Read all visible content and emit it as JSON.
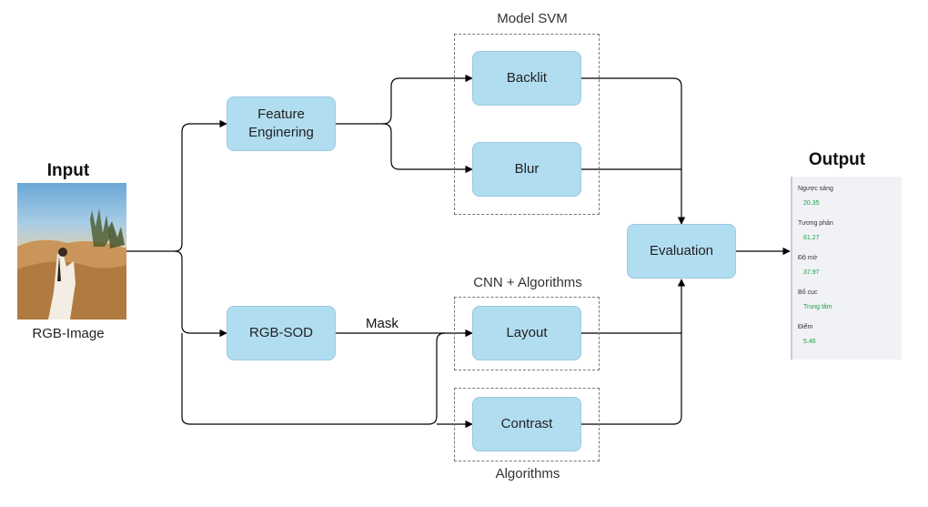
{
  "input": {
    "heading": "Input",
    "caption": "RGB-Image"
  },
  "output": {
    "heading": "Output",
    "metrics": [
      {
        "label": "Ngược sáng",
        "value": "20.35"
      },
      {
        "label": "Tương phản",
        "value": "61.27"
      },
      {
        "label": "Độ mờ",
        "value": "37.97"
      },
      {
        "label": "Bố cục",
        "value": "Trung tâm"
      },
      {
        "label": "Điểm",
        "value": "5.46"
      }
    ]
  },
  "groups": {
    "svm": "Model SVM",
    "cnn": "CNN + Algorithms",
    "algorithms": "Algorithms"
  },
  "nodes": {
    "feature_line1": "Feature",
    "feature_line2": "Enginering",
    "rgb_sod": "RGB-SOD",
    "backlit": "Backlit",
    "blur": "Blur",
    "layout": "Layout",
    "contrast": "Contrast",
    "evaluation": "Evaluation"
  },
  "edge_labels": {
    "mask": "Mask"
  },
  "colors": {
    "node_fill": "#b1ddf0",
    "node_border": "#9cc8e0",
    "value_green": "#1aa34a"
  }
}
